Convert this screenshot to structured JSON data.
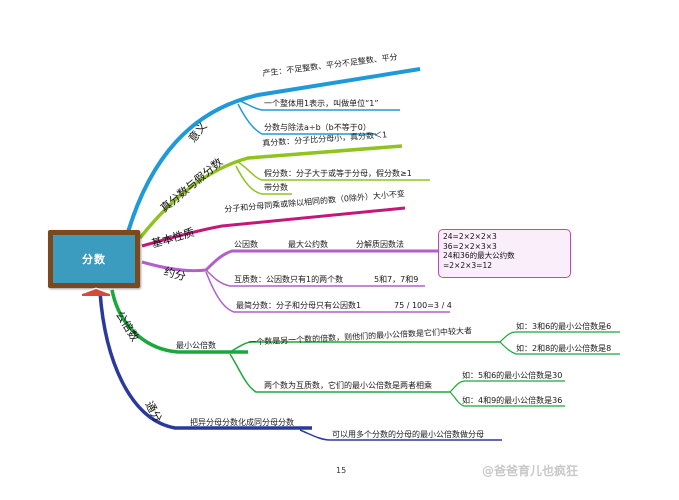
{
  "center": {
    "title": "分数"
  },
  "branches": {
    "meaning": {
      "label": "意义",
      "color": "#1f9ad8",
      "items": [
        "产生：不足整数、平分不足整数、平分",
        "一个整体用1表示，叫做单位“1”",
        "分数与除法a÷b（b不等于0）"
      ]
    },
    "proper": {
      "label": "真分数与假分数",
      "color": "#8fc31f",
      "items": [
        "真分数：分子比分母小，真分数＜1",
        "假分数：分子大于或等于分母，假分数≥1",
        "带分数"
      ]
    },
    "property": {
      "label": "基本性质",
      "color": "#c4177a",
      "items": [
        "分子和分母同乘或除以相同的数（0除外）大小不变"
      ]
    },
    "reduce": {
      "label": "约分",
      "color": "#b15fc9",
      "gcf": {
        "label": "公因数",
        "greatest": "最大公约数",
        "method": "分解质因数法"
      },
      "gcd_box": [
        "24=2×2×2×3",
        "36=2×2×3×3",
        "24和36的最大公约数",
        "=2×2×3=12"
      ],
      "coprime": {
        "label": "互质数：公因数只有1的两个数",
        "example": "5和7，7和9"
      },
      "simplest": {
        "label": "最简分数：分子和分母只有公因数1",
        "example": "75 / 100=3 / 4"
      }
    },
    "common": {
      "label": "公倍数",
      "color": "#1aa83b",
      "lcm_label": "最小公倍数",
      "rule1": "一个数是另一个数的倍数，则他们的最小公倍数是它们中较大者",
      "rule1_examples": [
        "如：3和6的最小公倍数是6",
        "如：2和8的最小公倍数是8"
      ],
      "rule2": "两个数为互质数，它们的最小公倍数是两者相乘",
      "rule2_examples": [
        "如：5和6的最小公倍数是30",
        "如：4和9的最小公倍数是36"
      ]
    },
    "tong": {
      "label": "通分",
      "color": "#2a3a9a",
      "items": [
        "把异分母分数化成同分母分数",
        "可以用多个分数的分母的最小公倍数做分母"
      ]
    }
  },
  "page_number": "15",
  "watermark": "@爸爸育儿也疯狂"
}
